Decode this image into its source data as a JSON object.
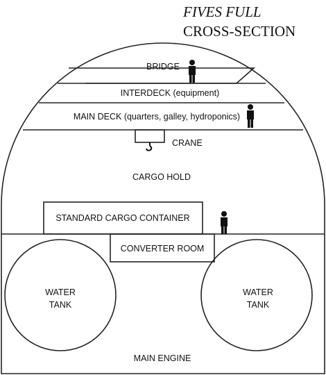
{
  "title": {
    "line1": "FIVES FULL",
    "line2": "CROSS-SECTION"
  },
  "labels": {
    "bridge": "BRIDGE",
    "interdeck": "INTERDECK (equipment)",
    "main_deck": "MAIN DECK (quarters, galley, hydroponics)",
    "crane": "CRANE",
    "cargo_hold": "CARGO HOLD",
    "cargo_container": "STANDARD CARGO CONTAINER",
    "converter_room": "CONVERTER ROOM",
    "water_tank_left": [
      "WATER",
      "TANK"
    ],
    "water_tank_right": [
      "WATER",
      "TANK"
    ],
    "main_engine": "MAIN ENGINE"
  },
  "colors": {
    "line": "#222222",
    "figure": "#111111",
    "background": "#ffffff"
  }
}
